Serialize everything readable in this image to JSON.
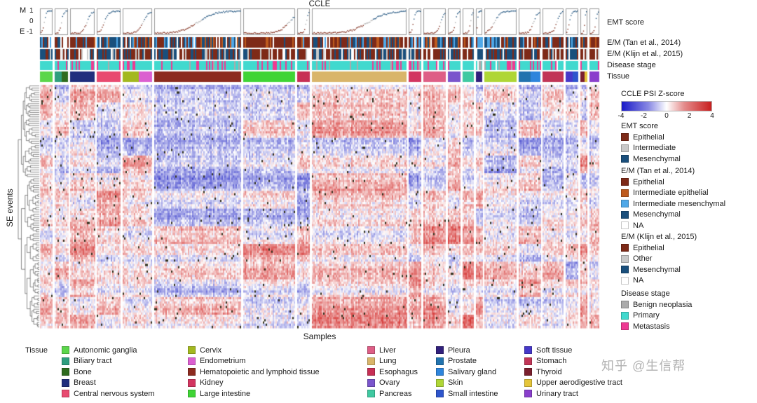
{
  "title": "CCLE",
  "watermark": "知乎 @生信帮",
  "axis": {
    "x_label": "Samples",
    "y_label": "SE events",
    "emt_top": "M",
    "emt_bottom": "E",
    "emt_ticks": [
      "1",
      "0",
      "-1"
    ]
  },
  "track_labels": {
    "emt": "EMT score",
    "tan": "E/M (Tan et al., 2014)",
    "klijn": "E/M (Klijn et al., 2015)",
    "stage": "Disease stage",
    "tissue": "Tissue"
  },
  "colorbar": {
    "title": "CCLE PSI Z-score",
    "ticks": [
      "-4",
      "-2",
      "0",
      "2",
      "4"
    ],
    "min": -4,
    "max": 4,
    "low_color": "#1A1AC8",
    "mid_color": "#FFFFFF",
    "high_color": "#C81E1E"
  },
  "legends": [
    {
      "id": "emt-score",
      "title": "EMT score",
      "items": [
        {
          "label": "Epithelial",
          "color": "#7E2A18"
        },
        {
          "label": "Intermediate",
          "color": "#C9C9C9"
        },
        {
          "label": "Mesenchymal",
          "color": "#1A4F7C"
        }
      ]
    },
    {
      "id": "em-tan-2014",
      "title": "E/M (Tan et al., 2014)",
      "items": [
        {
          "label": "Epithelial",
          "color": "#7E2A18"
        },
        {
          "label": "Intermediate epithelial",
          "color": "#BE5B1E"
        },
        {
          "label": "Intermediate mesenchymal",
          "color": "#4FA8E8"
        },
        {
          "label": "Mesenchymal",
          "color": "#1A4F7C"
        },
        {
          "label": "NA",
          "color": "#FFFFFF"
        }
      ]
    },
    {
      "id": "em-klijn-2015",
      "title": "E/M (Klijn et al., 2015)",
      "items": [
        {
          "label": "Epithelial",
          "color": "#7E2A18"
        },
        {
          "label": "Other",
          "color": "#C9C9C9"
        },
        {
          "label": "Mesenchymal",
          "color": "#1A4F7C"
        },
        {
          "label": "NA",
          "color": "#FFFFFF"
        }
      ]
    },
    {
      "id": "disease-stage",
      "title": "Disease stage",
      "items": [
        {
          "label": "Benign neoplasia",
          "color": "#ABABAB"
        },
        {
          "label": "Primary",
          "color": "#41D9CE"
        },
        {
          "label": "Metastasis",
          "color": "#EE3A92"
        }
      ]
    }
  ],
  "tissue_legend": {
    "title": "Tissue",
    "columns": [
      [
        {
          "label": "Autonomic ganglia",
          "color": "#5BD64B"
        },
        {
          "label": "Biliary tract",
          "color": "#2E9E7E"
        },
        {
          "label": "Bone",
          "color": "#2F6B1F"
        },
        {
          "label": "Breast",
          "color": "#202E7D"
        },
        {
          "label": "Central nervous system",
          "color": "#E84A70"
        }
      ],
      [
        {
          "label": "Cervix",
          "color": "#A3B81F"
        },
        {
          "label": "Endometrium",
          "color": "#DB5FD0"
        },
        {
          "label": "Hematopoietic and lymphoid tissue",
          "color": "#8C2B1F"
        },
        {
          "label": "Kidney",
          "color": "#D23560"
        },
        {
          "label": "Large intestine",
          "color": "#3FD435"
        }
      ],
      [
        {
          "label": "Liver",
          "color": "#DE5E86"
        },
        {
          "label": "Lung",
          "color": "#D9B56A"
        },
        {
          "label": "Esophagus",
          "color": "#C72F55"
        },
        {
          "label": "Ovary",
          "color": "#7A55CC"
        },
        {
          "label": "Pancreas",
          "color": "#3FC9A1"
        }
      ],
      [
        {
          "label": "Pleura",
          "color": "#31207C"
        },
        {
          "label": "Prostate",
          "color": "#2273AE"
        },
        {
          "label": "Salivary gland",
          "color": "#2E85DC"
        },
        {
          "label": "Skin",
          "color": "#AFD636"
        },
        {
          "label": "Small intestine",
          "color": "#2E55CC"
        }
      ],
      [
        {
          "label": "Soft tissue",
          "color": "#4638C9"
        },
        {
          "label": "Stomach",
          "color": "#C13557"
        },
        {
          "label": "Thyroid",
          "color": "#7A1F2E"
        },
        {
          "label": "Upper aerodigestive tract",
          "color": "#E5C53A"
        },
        {
          "label": "Urinary tract",
          "color": "#8A3FCC"
        }
      ]
    ]
  },
  "chart_data": {
    "type": "heatmap",
    "title": "CCLE",
    "xlabel": "Samples",
    "ylabel": "SE events",
    "value_label": "CCLE PSI Z-score",
    "value_range": [
      -4,
      4
    ],
    "n_rows": 110,
    "palette": {
      "low": "#1A1AC8",
      "mid": "#FFFFFF",
      "high": "#C81E1E"
    },
    "annotation_tracks": [
      "EMT score",
      "E/M (Tan et al., 2014)",
      "E/M (Klijn et al., 2015)",
      "Disease stage",
      "Tissue"
    ],
    "emt_axis_range": [
      -1,
      1
    ],
    "seed": 7,
    "column_blocks": [
      {
        "width": 18,
        "tissues": [
          "Autonomic ganglia"
        ],
        "epithelial_fraction": 0.3
      },
      {
        "width": 19,
        "tissues": [
          "Biliary tract",
          "Bone"
        ],
        "epithelial_fraction": 0.5
      },
      {
        "width": 35,
        "tissues": [
          "Breast"
        ],
        "epithelial_fraction": 0.7
      },
      {
        "width": 34,
        "tissues": [
          "Central nervous system"
        ],
        "epithelial_fraction": 0.3
      },
      {
        "width": 42,
        "tissues": [
          "Cervix",
          "Endometrium"
        ],
        "epithelial_fraction": 0.7
      },
      {
        "width": 124,
        "tissues": [
          "Hematopoietic and lymphoid tissue"
        ],
        "epithelial_fraction": 0.5
      },
      {
        "width": 74,
        "tissues": [
          "Large intestine"
        ],
        "epithelial_fraction": 0.9
      },
      {
        "width": 18,
        "tissues": [
          "Esophagus"
        ],
        "epithelial_fraction": 0.75
      },
      {
        "width": 135,
        "tissues": [
          "Lung"
        ],
        "epithelial_fraction": 0.6
      },
      {
        "width": 18,
        "tissues": [
          "Kidney"
        ],
        "epithelial_fraction": 0.35
      },
      {
        "width": 32,
        "tissues": [
          "Liver"
        ],
        "epithelial_fraction": 0.8
      },
      {
        "width": 18,
        "tissues": [
          "Ovary"
        ],
        "epithelial_fraction": 0.6
      },
      {
        "width": 16,
        "tissues": [
          "Pancreas"
        ],
        "epithelial_fraction": 0.75
      },
      {
        "width": 9,
        "tissues": [
          "Pleura"
        ],
        "epithelial_fraction": 0.1
      },
      {
        "width": 46,
        "tissues": [
          "Skin"
        ],
        "epithelial_fraction": 0.3
      },
      {
        "width": 31,
        "tissues": [
          "Prostate",
          "Salivary gland"
        ],
        "epithelial_fraction": 0.7
      },
      {
        "width": 30,
        "tissues": [
          "Stomach"
        ],
        "epithelial_fraction": 0.7
      },
      {
        "width": 18,
        "tissues": [
          "Soft tissue",
          "Small intestine"
        ],
        "epithelial_fraction": 0.25
      },
      {
        "width": 10,
        "tissues": [
          "Thyroid",
          "Upper aerodigestive tract"
        ],
        "epithelial_fraction": 0.65
      },
      {
        "width": 14,
        "tissues": [
          "Urinary tract"
        ],
        "epithelial_fraction": 0.65
      }
    ]
  }
}
